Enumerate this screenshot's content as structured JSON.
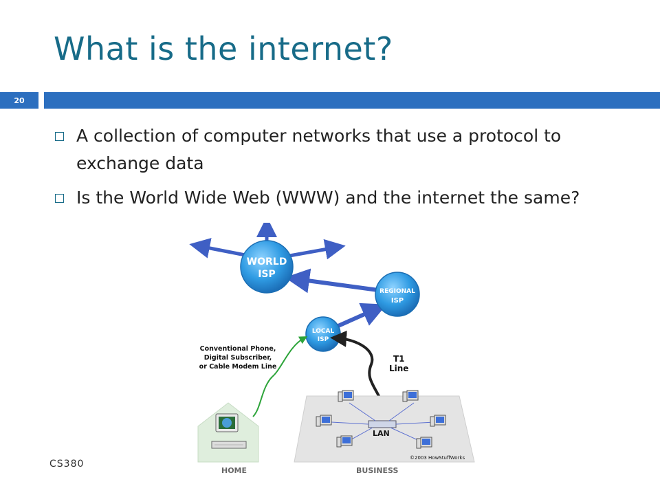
{
  "slide": {
    "title": "What is the internet?",
    "slide_number": "20",
    "footer": "CS380",
    "bullets": [
      "A collection of computer networks that use a protocol to exchange data",
      "Is the World Wide Web (WWW) and the internet the same?"
    ]
  },
  "diagram": {
    "world_isp_line1": "WORLD",
    "world_isp_line2": "ISP",
    "regional_isp_line1": "REGIONAL",
    "regional_isp_line2": "ISP",
    "local_isp_line1": "LOCAL",
    "local_isp_line2": "ISP",
    "home_link_line1": "Conventional Phone,",
    "home_link_line2": "Digital Subscriber,",
    "home_link_line3": "or Cable Modem Line",
    "t1_line1": "T1",
    "t1_line2": "Line",
    "lan_label": "LAN",
    "copyright": "©2003 HowStuffWorks",
    "home_label": "HOME",
    "business_label": "BUSINESS"
  },
  "colors": {
    "title": "#176b88",
    "bar": "#2c6fbf",
    "isp_blue": "#3aa2e4",
    "arrow_blue": "#3f5fc4"
  }
}
